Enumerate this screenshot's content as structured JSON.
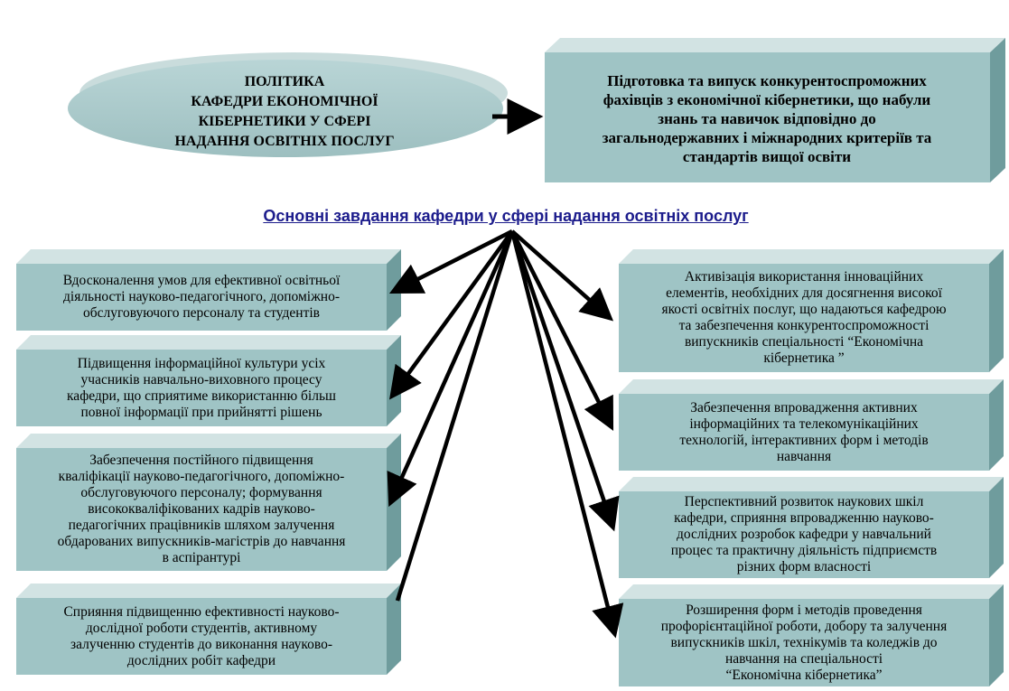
{
  "policy": {
    "lines": [
      "ПОЛІТИКА",
      "КАФЕДРИ ЕКОНОМІЧНОЇ",
      "КІБЕРНЕТИКИ У СФЕРІ",
      "НАДАННЯ ОСВІТНІХ ПОСЛУГ"
    ]
  },
  "goal": {
    "lines": [
      "Підготовка та випуск конкурентоспроможних",
      "фахівців з економічної кібернетики, що набули",
      "знань та навичок відповідно до",
      "загальнодержавних і міжнародних критеріїв та",
      "стандартів вищої освіти"
    ]
  },
  "heading": "Основні завдання кафедри у сфері надання освітніх послуг",
  "tasks_left": [
    {
      "lines": [
        "Вдосконалення умов для ефективної освітньої",
        "діяльності науково-педагогічного, допоміжно-",
        "обслуговуючого персоналу та студентів"
      ]
    },
    {
      "lines": [
        "Підвищення інформаційної культури усіх",
        "учасників навчально-виховного процесу",
        "кафедри, що сприятиме використанню більш",
        "повної інформації при прийнятті рішень"
      ]
    },
    {
      "lines": [
        "Забезпечення постійного підвищення",
        "кваліфікації науково-педагогічного, допоміжно-",
        "обслуговуючого персоналу; формування",
        "висококваліфікованих кадрів науково-",
        "педагогічних працівників шляхом залучення",
        "обдарованих випускників-магістрів до навчання",
        "в аспірантурі"
      ]
    },
    {
      "lines": [
        "Сприяння підвищенню ефективності науково-",
        "дослідної роботи студентів, активному",
        "залученню студентів до виконання науково-",
        "дослідних робіт кафедри"
      ]
    }
  ],
  "tasks_right": [
    {
      "lines": [
        "Активізація використання інноваційних",
        "елементів, необхідних для досягнення високої",
        "якості освітніх послуг, що надаються кафедрою",
        "та забезпечення конкурентоспроможності",
        "випускників спеціальності “Економічна",
        "кібернетика ”"
      ]
    },
    {
      "lines": [
        "Забезпечення впровадження активних",
        "інформаційних та телекомунікаційних",
        "технологій, інтерактивних форм і методів",
        "навчання"
      ]
    },
    {
      "lines": [
        "Перспективний розвиток наукових шкіл",
        "кафедри, сприяння впровадженню науково-",
        "дослідних розробок кафедри у навчальний",
        "процес та практичну діяльність підприємств",
        "різних форм власності"
      ]
    },
    {
      "lines": [
        "Розширення форм і методів проведення",
        "профорієнтаційної роботи, добору та залучення",
        "випускників шкіл, технікумів та коледжів до",
        "навчання на спеціальності",
        "“Економічна кібернетика”"
      ]
    }
  ],
  "colors": {
    "box_front": "#9fc4c5",
    "box_top": "#d2e3e3",
    "box_side": "#6f9c9d",
    "ellipse": "#a7c7c8",
    "heading": "#1c1c8c",
    "arrow": "#000000"
  }
}
